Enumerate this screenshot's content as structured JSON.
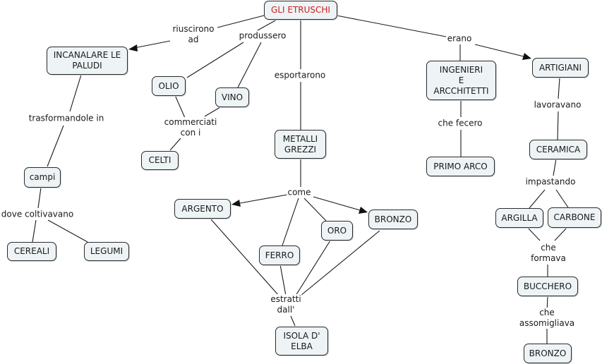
{
  "title": "GLI ETRUSCHI",
  "colors": {
    "root_text": "#cc2222",
    "node_fill": "#eef3f5",
    "node_border": "#2b2b2b",
    "link": "#1a1a1a"
  },
  "concepts": {
    "root": "GLI ETRUSCHI",
    "incanalare": "INCANALARE LE\nPALUDI",
    "campi": "campi",
    "cereali": "CEREALI",
    "legumi": "LEGUMI",
    "olio": "OLIO",
    "vino": "VINO",
    "celti": "CELTI",
    "metalli": "METALLI\nGREZZI",
    "argento": "ARGENTO",
    "ferro": "FERRO",
    "oro": "ORO",
    "bronzo1": "BRONZO",
    "elba": "ISOLA  D'\nELBA",
    "ingegneri": "INGENIERI\nE\nARCCHITETTI",
    "primo_arco": "PRIMO ARCO",
    "artigiani": "ARTIGIANI",
    "ceramica": "CERAMICA",
    "argilla": "ARGILLA",
    "carbone": "CARBONE",
    "bucchero": "BUCCHERO",
    "bronzo2": "BRONZO"
  },
  "linking_phrases": {
    "riuscirono": "riuscirono\nad",
    "trasformandole": "trasformandole in",
    "dove": "dove coltivavano",
    "produssero": "produssero",
    "commerciati": "commerciati\ncon i",
    "esportarono": "esportarono",
    "come": "come",
    "estratti": "estratti\ndall'",
    "erano": "erano",
    "che_fecero": "che fecero",
    "lavoravano": "lavoravano",
    "impastando": "impastando",
    "che_formava": "che\nformava",
    "assomigliava": "che assomigliava"
  }
}
